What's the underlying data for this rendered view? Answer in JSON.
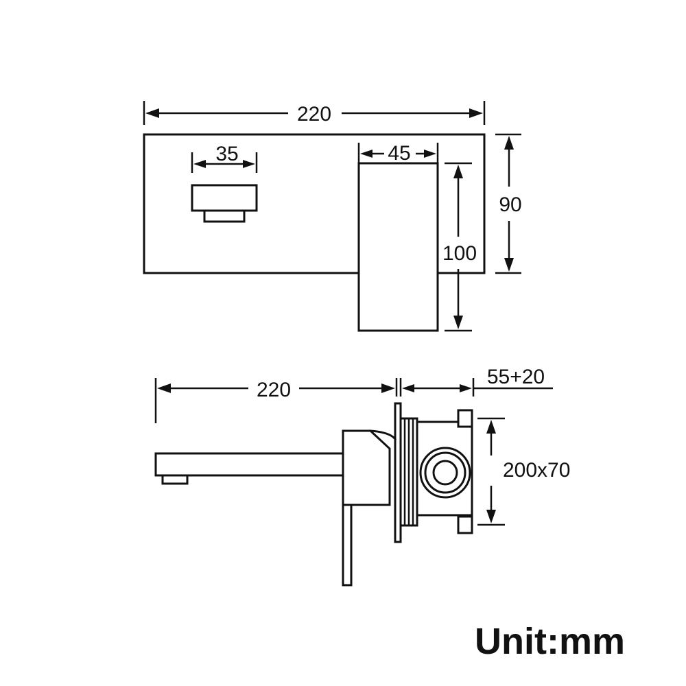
{
  "top_view": {
    "overall_width": "220",
    "handle_width": "35",
    "spout_width": "45",
    "plate_height": "90",
    "spout_length": "100"
  },
  "side_view": {
    "spout_length": "220",
    "wall_depth": "55+20",
    "box_size": "200x70"
  },
  "unit_label": "Unit:mm"
}
